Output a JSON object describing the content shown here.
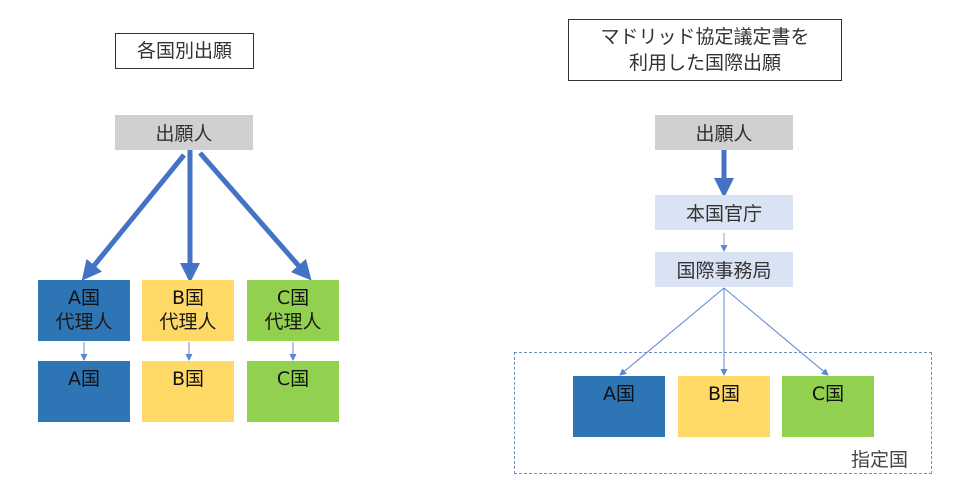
{
  "left": {
    "title": "各国別出願",
    "applicant": "出願人",
    "agents": [
      {
        "country": "A国",
        "role": "代理人",
        "color": "#2e75b6"
      },
      {
        "country": "B国",
        "role": "代理人",
        "color": "#ffd966"
      },
      {
        "country": "C国",
        "role": "代理人",
        "color": "#92d050"
      }
    ],
    "countries": [
      {
        "label": "A国",
        "color": "#2e75b6"
      },
      {
        "label": "B国",
        "color": "#ffd966"
      },
      {
        "label": "C国",
        "color": "#92d050"
      }
    ]
  },
  "right": {
    "title_line1": "マドリッド協定議定書を",
    "title_line2": "利用した国際出願",
    "applicant": "出願人",
    "office_of_origin": "本国官庁",
    "international_bureau": "国際事務局",
    "countries": [
      {
        "label": "A国",
        "color": "#2e75b6"
      },
      {
        "label": "B国",
        "color": "#ffd966"
      },
      {
        "label": "C国",
        "color": "#92d050"
      }
    ],
    "designated_label": "指定国"
  },
  "colors": {
    "arrow": "#4472c4",
    "thin_arrow": "#5b87d0",
    "applicant_bg": "#d0d0d0",
    "office_bg": "#dae3f3",
    "dashed_border": "#6f8dbf"
  }
}
